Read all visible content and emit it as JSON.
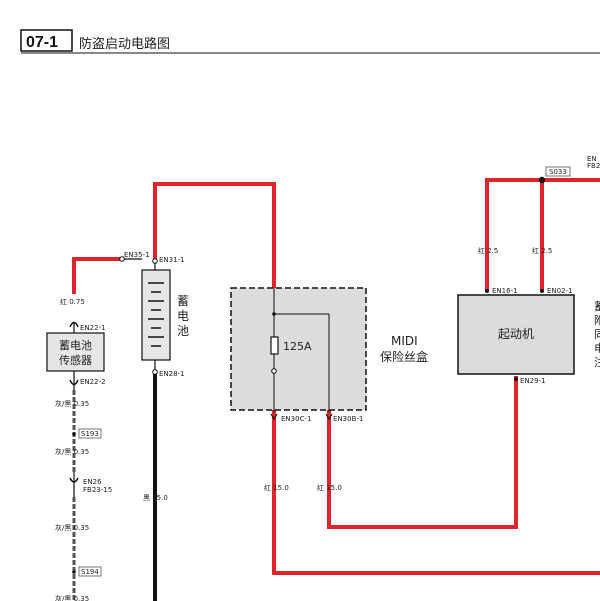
{
  "header": {
    "code": "07-1",
    "title": "防盗启动电路图"
  },
  "components": {
    "battery": {
      "label_chars": [
        "蓄",
        "电",
        "池"
      ]
    },
    "sensor": {
      "label_line1": "蓄电池",
      "label_line2": "传感器"
    },
    "midi": {
      "fuse_value": "125A",
      "label_line1": "MIDI",
      "label_line2": "保险丝盒"
    },
    "starter": {
      "label": "起动机"
    }
  },
  "connectors": {
    "en35_1": "EN35-1",
    "en31_1": "EN31-1",
    "en22_1": "EN22-1",
    "en22_2": "EN22-2",
    "en28_1": "EN28-1",
    "en26": "EN26",
    "fb23_15": "FB23-15",
    "en30c_1": "EN30C-1",
    "en30b_1": "EN30B-1",
    "en16_1": "EN16-1",
    "en02_1": "EN02-1",
    "en29_1": "EN29-1",
    "en_right_top": "EN",
    "fb_right_top": "FB2"
  },
  "splices": {
    "s193": "S193",
    "s194": "S194",
    "s033": "S033"
  },
  "wire_labels": {
    "red_075": "红 0.75",
    "gray_black_035": "灰/黑  0.35",
    "black_150": "黑  15.0",
    "red_150": "红  15.0",
    "red_25": "红  2.5"
  },
  "right_edge_chars": [
    "蓄",
    "附",
    "同",
    "电",
    "注"
  ]
}
